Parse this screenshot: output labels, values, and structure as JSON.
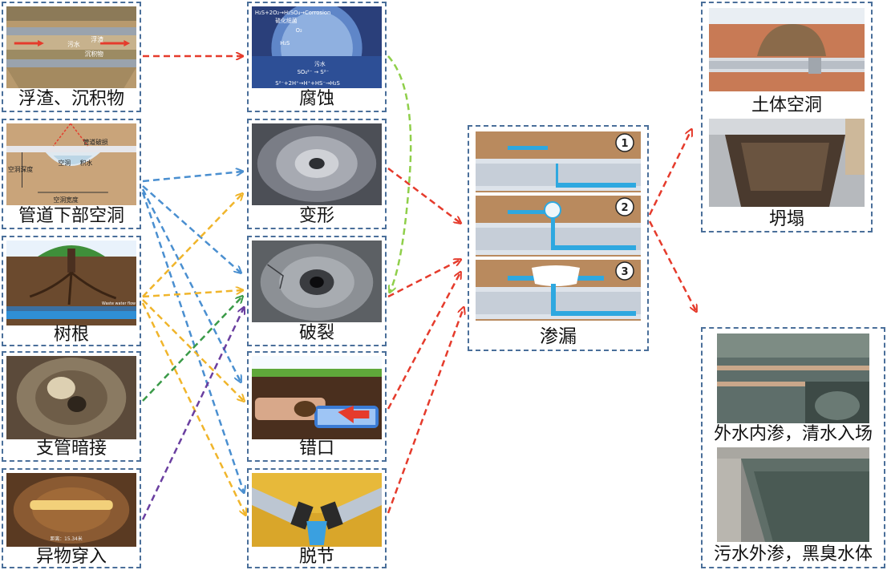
{
  "left_column": [
    {
      "label": "浮渣、沉积物",
      "icon": "pipe-scum-sediment-image",
      "img_text": [
        "污水",
        "浮渣",
        "沉积物"
      ]
    },
    {
      "label": "管道下部空洞",
      "icon": "pipe-underside-cavity-image",
      "img_text": [
        "管道破损",
        "空洞",
        "积水",
        "空洞深度",
        "空洞宽度"
      ]
    },
    {
      "label": "树根",
      "icon": "tree-root-image",
      "img_text": [
        "Waste water flow"
      ]
    },
    {
      "label": "支管暗接",
      "icon": "hidden-branch-connection-image",
      "img_text": []
    },
    {
      "label": "异物穿入",
      "icon": "foreign-object-intrusion-image",
      "img_text": [
        "距离：15.34米"
      ]
    }
  ],
  "middle_column": [
    {
      "label": "腐蚀",
      "icon": "corrosion-image",
      "img_text": [
        "H₂S+2O₂→H₂SO₄→Corrosion",
        "硫化细菌",
        "O₂",
        "H₂S",
        "污水",
        "SO₄²⁻ → S²⁻",
        "S²⁻+2H⁺→H⁺+HS⁻→H₂S"
      ]
    },
    {
      "label": "变形",
      "icon": "deformation-image",
      "img_text": []
    },
    {
      "label": "破裂",
      "icon": "fracture-image",
      "img_text": []
    },
    {
      "label": "错口",
      "icon": "misalignment-image",
      "img_text": []
    },
    {
      "label": "脱节",
      "icon": "disjoint-image",
      "img_text": []
    }
  ],
  "center": {
    "label": "渗漏",
    "icon": "leakage-stages-image",
    "steps": [
      "1",
      "2",
      "3"
    ]
  },
  "right_top": {
    "items": [
      {
        "label": "土体空洞",
        "icon": "soil-cavity-image"
      },
      {
        "label": "坍塌",
        "icon": "collapse-image"
      }
    ]
  },
  "right_bottom": {
    "items": [
      {
        "label": "外水内渗，清水入场",
        "icon": "treatment-plant-image"
      },
      {
        "label": "污水外渗，黑臭水体",
        "icon": "black-odorous-water-image"
      }
    ]
  },
  "colors": {
    "border": "#4a6f9a",
    "red": "#e53b2c",
    "blue": "#4a8fd0",
    "yellow": "#f0b52b",
    "green_dark": "#3a9a48",
    "green_light": "#8fcf4a",
    "purple": "#6a3fa0"
  }
}
